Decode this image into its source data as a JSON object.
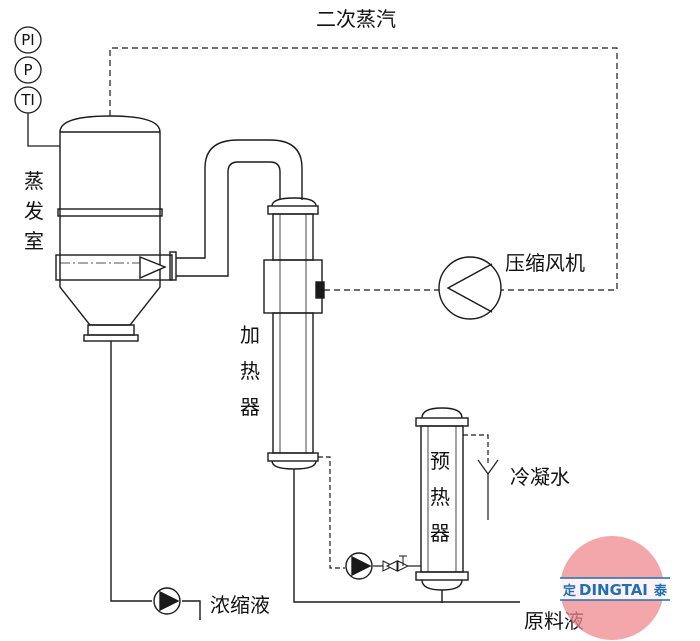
{
  "labels": {
    "secondary_steam": "二次蒸汽",
    "evap_chamber": [
      "蒸",
      "发",
      "室"
    ],
    "heater": [
      "加",
      "热",
      "器"
    ],
    "preheater": [
      "预",
      "热",
      "器"
    ],
    "compressor": "压缩风机",
    "cooling_water": "冷凝水",
    "concentrate": "浓缩液",
    "raw_liquid": "原料液"
  },
  "instruments": [
    "PI",
    "P",
    "TI"
  ],
  "logo": {
    "prefix": "定",
    "name": "DINGTAI",
    "suffix": "泰"
  },
  "colors": {
    "line": "#1a1a1a",
    "logo_circle": "#f08a8f",
    "logo_band": "#1f6fb5"
  }
}
